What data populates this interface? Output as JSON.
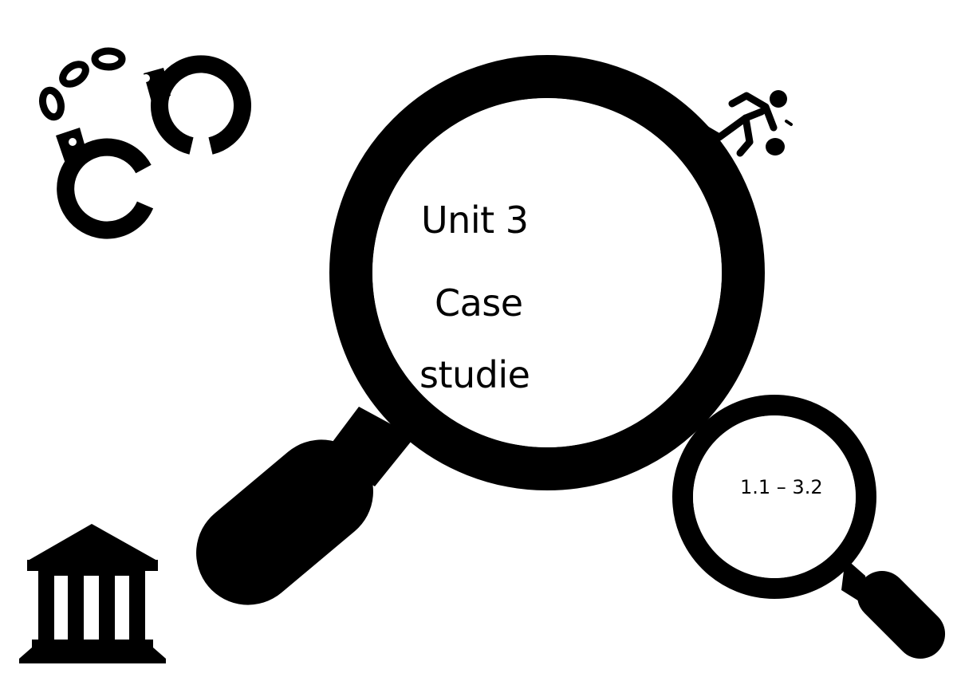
{
  "main_magnifier": {
    "line1": "Unit 3",
    "line2": "Case",
    "line3": "studie"
  },
  "small_magnifier": {
    "range": "1.1 – 3.2"
  },
  "icons": {
    "handcuffs": "handcuffs-icon",
    "runner": "running-thief-icon",
    "courthouse": "courthouse-icon",
    "large_magnifier": "magnifying-glass-icon",
    "small_magnifier": "magnifying-glass-icon"
  },
  "colors": {
    "ink": "#000000",
    "background": "#ffffff"
  }
}
